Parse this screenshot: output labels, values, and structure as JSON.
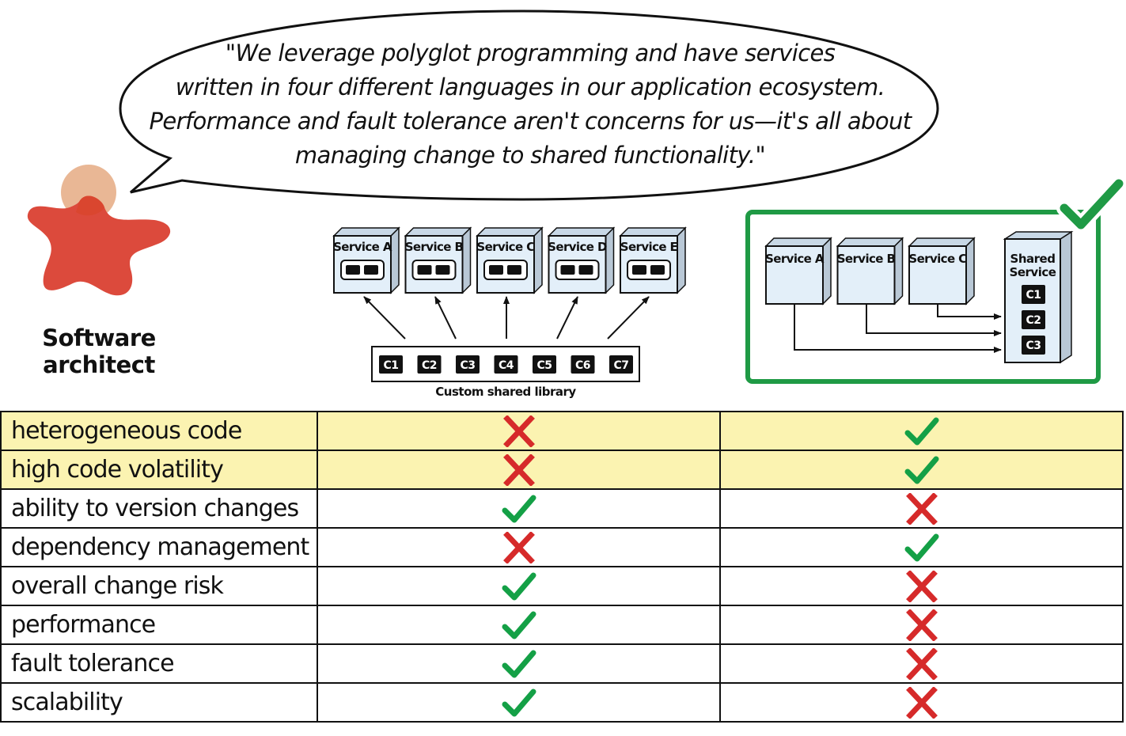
{
  "quote": {
    "lines": [
      "\"We leverage polyglot programming and have services",
      "written in four different languages in our application ecosystem.",
      "Performance and fault tolerance aren't concerns for us—it's all about",
      "managing change to shared functionality.\""
    ]
  },
  "architect": {
    "lines": [
      "Software",
      "architect"
    ]
  },
  "left_diagram": {
    "services": [
      "Service A",
      "Service B",
      "Service C",
      "Service D",
      "Service E"
    ],
    "components": [
      "C1",
      "C2",
      "C3",
      "C4",
      "C5",
      "C6",
      "C7"
    ],
    "caption": "Custom shared library"
  },
  "right_diagram": {
    "services": [
      "Service A",
      "Service B",
      "Service C"
    ],
    "shared_service_lines": [
      "Shared",
      "Service"
    ],
    "components": [
      "C1",
      "C2",
      "C3"
    ],
    "selected": true
  },
  "colors": {
    "check": "#14a046",
    "cross": "#d62a2a",
    "highlight": "#fbf3b1",
    "box_fill": "#e3eff9",
    "frame": "#1f9a45",
    "figure": "#dc4a3c"
  },
  "table": {
    "rows": [
      {
        "label": "heterogeneous code",
        "left": "cross",
        "right": "check",
        "highlight": true
      },
      {
        "label": "high code volatility",
        "left": "cross",
        "right": "check",
        "highlight": true
      },
      {
        "label": "ability to version changes",
        "left": "check",
        "right": "cross",
        "highlight": false
      },
      {
        "label": "dependency management",
        "left": "cross",
        "right": "check",
        "highlight": false
      },
      {
        "label": "overall change risk",
        "left": "check",
        "right": "cross",
        "highlight": false
      },
      {
        "label": "performance",
        "left": "check",
        "right": "cross",
        "highlight": false
      },
      {
        "label": "fault tolerance",
        "left": "check",
        "right": "cross",
        "highlight": false
      },
      {
        "label": "scalability",
        "left": "check",
        "right": "cross",
        "highlight": false
      }
    ]
  }
}
